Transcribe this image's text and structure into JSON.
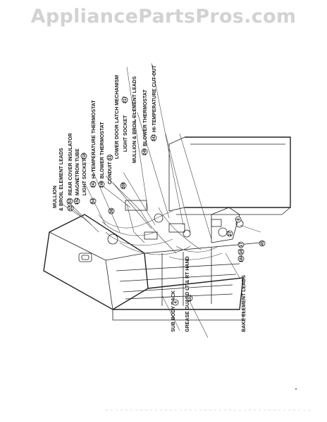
{
  "watermark": "AppliancePartsPros.com",
  "callouts": [
    {
      "num": "",
      "text": "MULLION"
    },
    {
      "num": "",
      "text": "& BROIL ELEMENT LEADS"
    },
    {
      "num": "53",
      "text": "REAR COVER INSULATOR"
    },
    {
      "num": "152",
      "text": "MAGNETRON TUBE"
    },
    {
      "num": "216",
      "text": "LIGHT SOCKET"
    },
    {
      "num": "241",
      "text": "HI-TEMPERATURE THERMOSTAT"
    },
    {
      "num": "248",
      "text": "BLOWER THERMOSTAT"
    },
    {
      "num": "31",
      "text": "CONDUIT"
    },
    {
      "num": "",
      "text": "LOWER DOOR LATCH MECHANISM"
    },
    {
      "num": "217",
      "text": "LIGHT SOCKET"
    },
    {
      "num": "",
      "text": "MULLION & BROIL ELEMENT LEADS"
    },
    {
      "num": "249",
      "text": "BLOWER THERMOSTAT"
    },
    {
      "num": "243",
      "text": "HI-TEMPERATURE CUT-OUT"
    }
  ],
  "bottom_labels": [
    {
      "num": "4",
      "text": "SUB BODY BACK"
    },
    {
      "num": "102",
      "text": "GREASE GUARD LT & RT HAND"
    },
    {
      "num": "",
      "text": "BAKE ELEMENT LEADS"
    }
  ],
  "part_numbers": [
    "16",
    "17",
    "45",
    "184",
    "208",
    "32",
    "54",
    "36",
    "8",
    "27"
  ]
}
